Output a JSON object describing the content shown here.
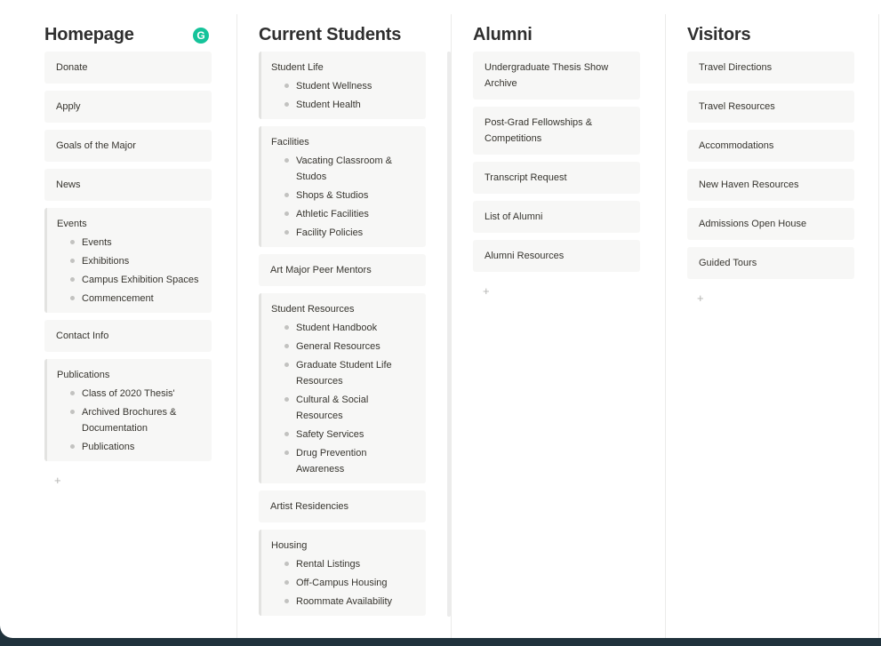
{
  "columns": [
    {
      "title": "Homepage",
      "items": [
        {
          "label": "Donate"
        },
        {
          "label": "Apply"
        },
        {
          "label": "Goals of the Major"
        },
        {
          "label": "News"
        },
        {
          "label": "Events",
          "children": [
            "Events",
            "Exhibitions",
            "Campus Exhibition Spaces",
            "Commencement"
          ]
        },
        {
          "label": "Contact Info"
        },
        {
          "label": "Publications",
          "children": [
            "Class of 2020 Thesis'",
            "Archived Brochures & Documentation",
            "Publications"
          ]
        }
      ],
      "add_label": "+"
    },
    {
      "title": "Current Students",
      "items": [
        {
          "label": "Student Life",
          "children": [
            "Student Wellness",
            "Student Health"
          ]
        },
        {
          "label": "Facilities",
          "children": [
            "Vacating Classroom & Studos",
            "Shops & Studios",
            "Athletic Facilities",
            "Facility Policies"
          ]
        },
        {
          "label": "Art Major Peer Mentors"
        },
        {
          "label": "Student Resources",
          "children": [
            "Student Handbook",
            "General Resources",
            "Graduate Student Life Resources",
            "Cultural & Social Resources",
            "Safety Services",
            "Drug Prevention Awareness"
          ]
        },
        {
          "label": "Artist Residencies"
        },
        {
          "label": "Housing",
          "children": [
            "Rental Listings",
            "Off-Campus Housing",
            "Roommate Availability"
          ]
        }
      ],
      "add_label": ""
    },
    {
      "title": "Alumni",
      "items": [
        {
          "label": "Undergraduate Thesis Show Archive"
        },
        {
          "label": "Post-Grad Fellowships & Competitions"
        },
        {
          "label": "Transcript Request"
        },
        {
          "label": "List of Alumni"
        },
        {
          "label": "Alumni Resources"
        }
      ],
      "add_label": "+"
    },
    {
      "title": "Visitors",
      "items": [
        {
          "label": "Travel Directions"
        },
        {
          "label": "Travel Resources"
        },
        {
          "label": "Accommodations"
        },
        {
          "label": "New Haven Resources"
        },
        {
          "label": "Admissions Open House"
        },
        {
          "label": "Guided Tours"
        }
      ],
      "add_label": "+"
    }
  ],
  "grammarly_badge": "G",
  "colors": {
    "badge": "#15c39a",
    "card_bg": "#f7f7f6",
    "frame": "#20323c"
  }
}
